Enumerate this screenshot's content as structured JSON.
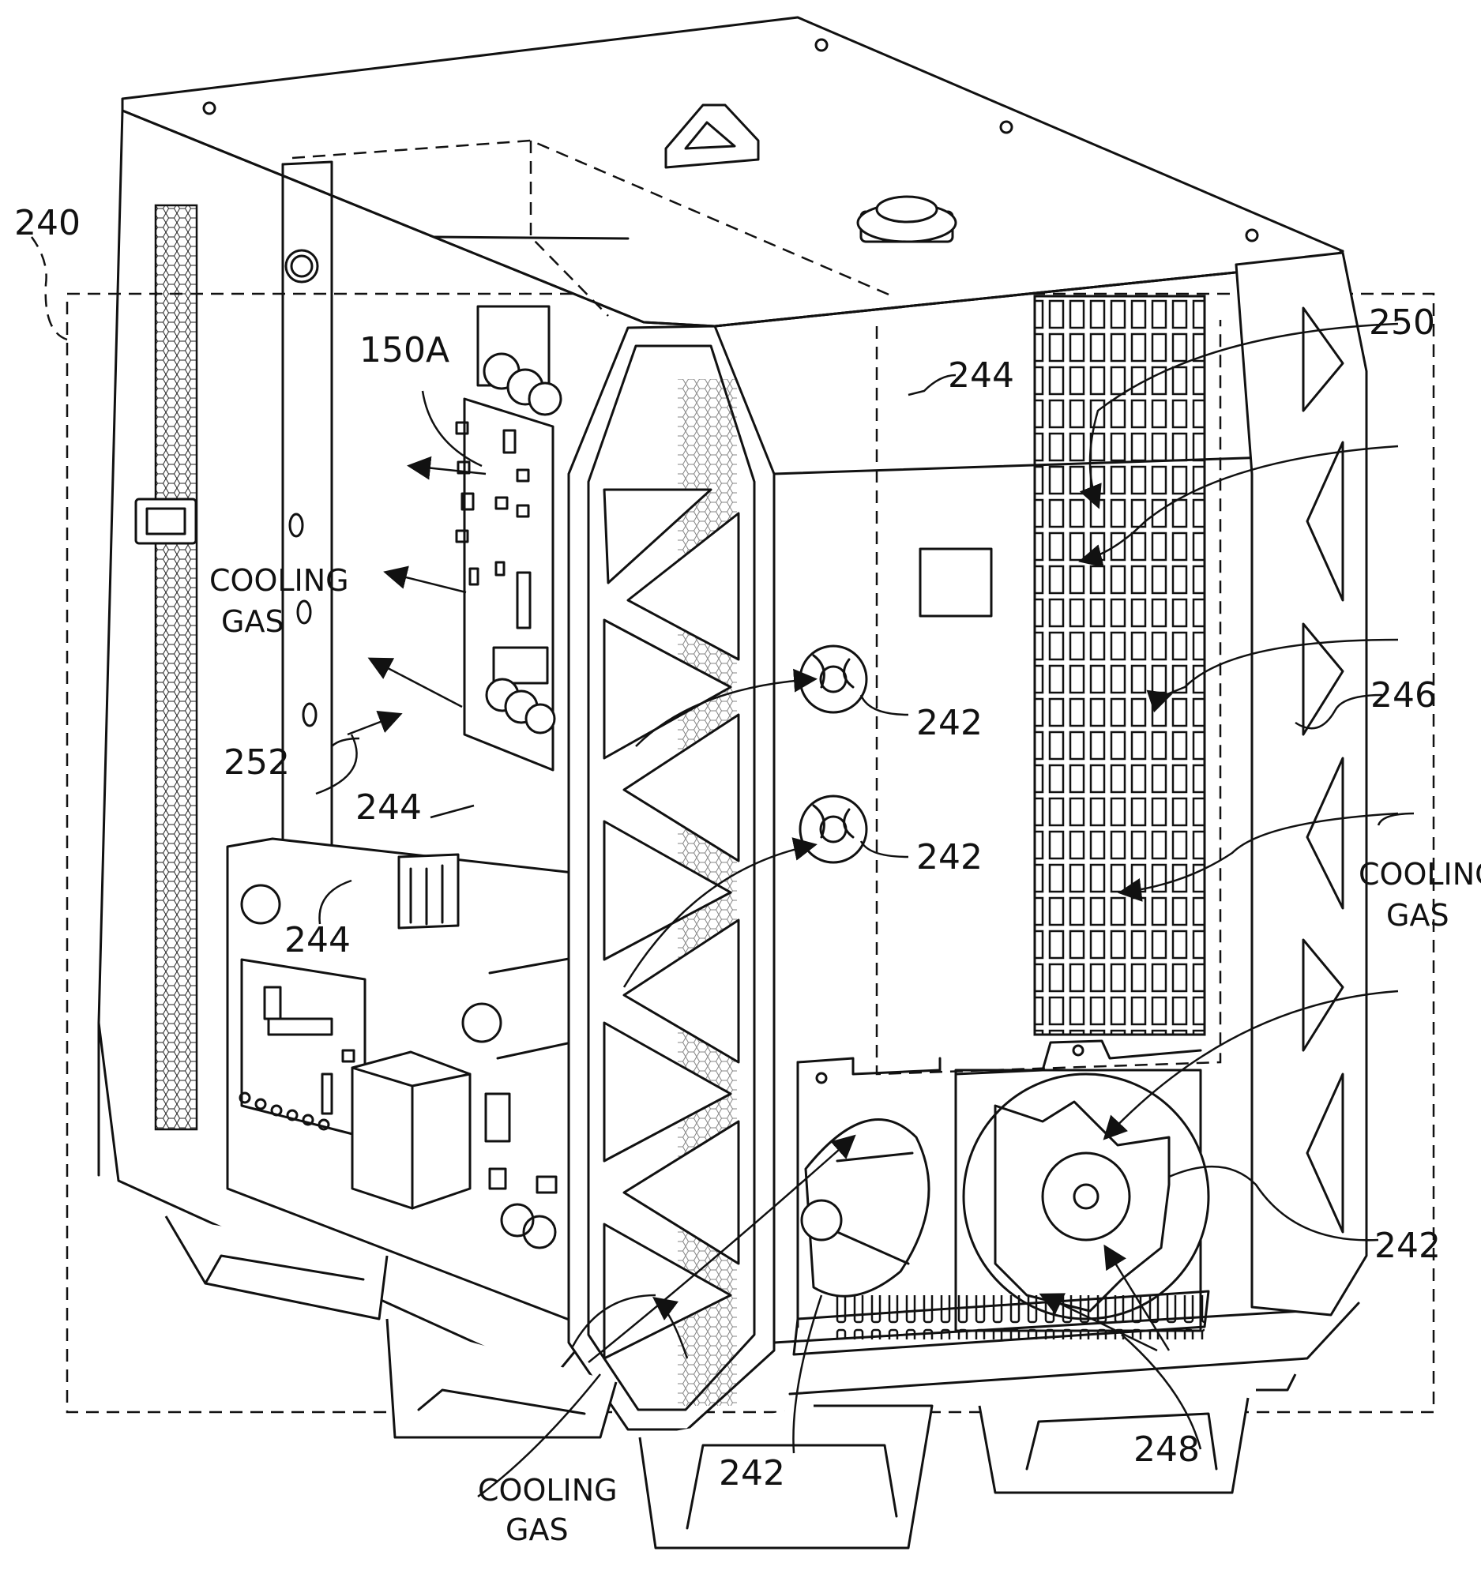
{
  "labels": {
    "housing": "240",
    "board": "150A",
    "fan": "242",
    "duct": "244",
    "baffle": "246",
    "vent": "248",
    "heat_sink": "250",
    "partition": "252",
    "cooling_line1": "COOLING",
    "cooling_line2": "GAS"
  }
}
